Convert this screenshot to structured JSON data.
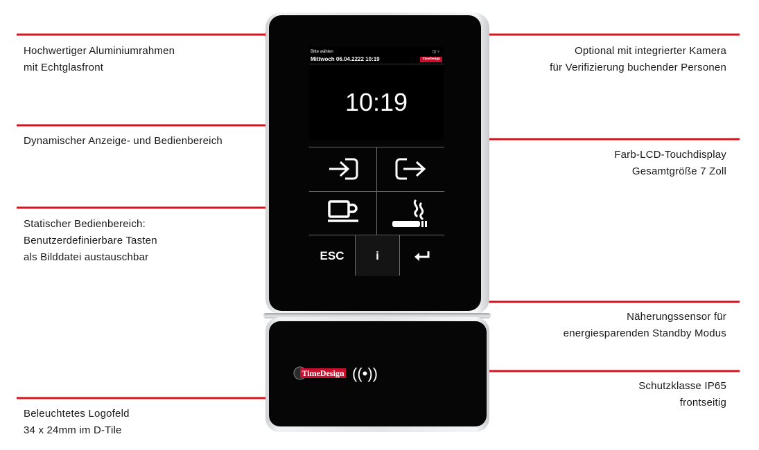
{
  "labels": {
    "frame": [
      "Hochwertiger Aluminiumrahmen",
      "mit Echtglasfront"
    ],
    "display_area": [
      "Dynamischer Anzeige- und Bedienbereich"
    ],
    "static_area": [
      "Statischer Bedienbereich:",
      "Benutzerdefinierbare Tasten",
      "als Bilddatei austauschbar"
    ],
    "logo_field": [
      "Beleuchtetes Logofeld",
      "34 x 24mm im D-Tile"
    ],
    "camera": [
      "Optional mit integrierter Kamera",
      "für Verifizierung buchender Personen"
    ],
    "touchdisplay": [
      "Farb-LCD-Touchdisplay",
      "Gesamtgröße 7 Zoll"
    ],
    "sensor": [
      "Näherungssensor für",
      "energiesparenden Standby Modus"
    ],
    "protection": [
      "Schutzklasse IP65",
      "frontseitig"
    ]
  },
  "display": {
    "prompt": "Bitte wählen",
    "date_time": "Mittwoch 06.04.2222  10:19",
    "clock": "10:19",
    "brand": "TimeDesign"
  },
  "keys": {
    "kommen_icon": "arrow-in-icon",
    "gehen_icon": "arrow-out-icon",
    "pause_icon": "coffee-cup-icon",
    "smoke_icon": "cigarette-icon",
    "esc_label": "ESC",
    "info_label": "i",
    "enter_icon": "enter-icon"
  },
  "logo": {
    "brand": "TimeDesign"
  },
  "rfid_symbol": "((•))",
  "colors": {
    "accent": "#d7141e",
    "device_glass": "#050505",
    "frame": "#e4e5e7"
  }
}
